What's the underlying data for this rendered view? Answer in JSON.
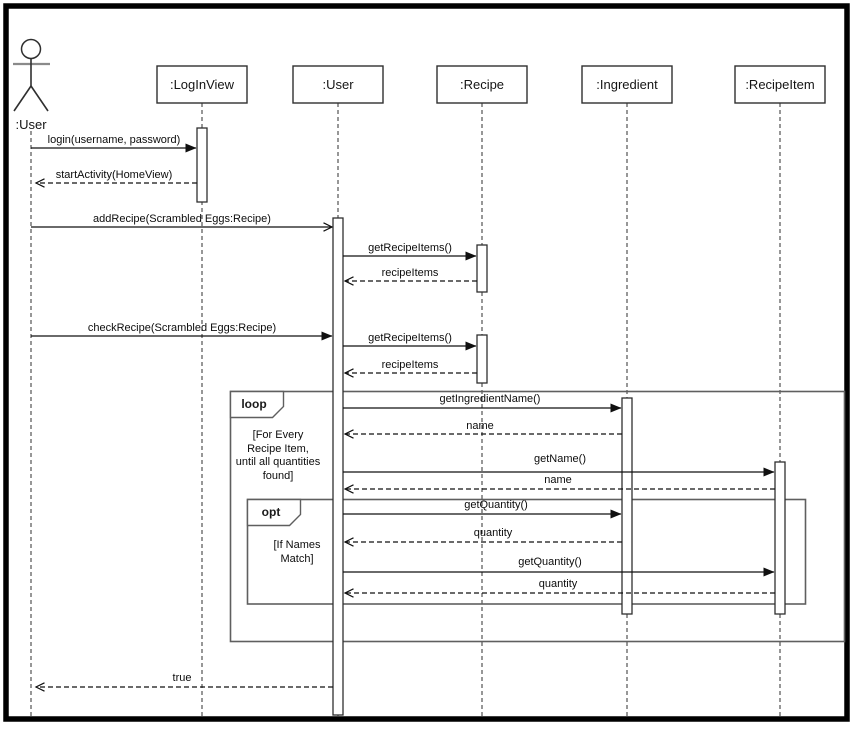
{
  "diagram": {
    "background": "#ffffff",
    "line_color": "#000000",
    "fragment_border_color": "#5f5f5f",
    "actor": {
      "label": ":User"
    },
    "lifelines": [
      {
        "label": ":LogInView"
      },
      {
        "label": ":User"
      },
      {
        "label": ":Recipe"
      },
      {
        "label": ":Ingredient"
      },
      {
        "label": ":RecipeItem"
      }
    ],
    "fragments": [
      {
        "operator": "loop",
        "guard": "[For Every\nRecipe Item,\nuntil all quantities\nfound]"
      },
      {
        "operator": "opt",
        "guard": "[If Names\nMatch]"
      }
    ],
    "messages": [
      {
        "label": "login(username, password)"
      },
      {
        "label": "startActivity(HomeView)"
      },
      {
        "label": "addRecipe(Scrambled Eggs:Recipe)"
      },
      {
        "label": "getRecipeItems()"
      },
      {
        "label": "recipeItems"
      },
      {
        "label": "checkRecipe(Scrambled Eggs:Recipe)"
      },
      {
        "label": "getRecipeItems()"
      },
      {
        "label": "recipeItems"
      },
      {
        "label": "getIngredientName()"
      },
      {
        "label": "name"
      },
      {
        "label": "getName()"
      },
      {
        "label": "name"
      },
      {
        "label": "getQuantity()"
      },
      {
        "label": "quantity"
      },
      {
        "label": "getQuantity()"
      },
      {
        "label": "quantity"
      },
      {
        "label": "true"
      }
    ]
  }
}
